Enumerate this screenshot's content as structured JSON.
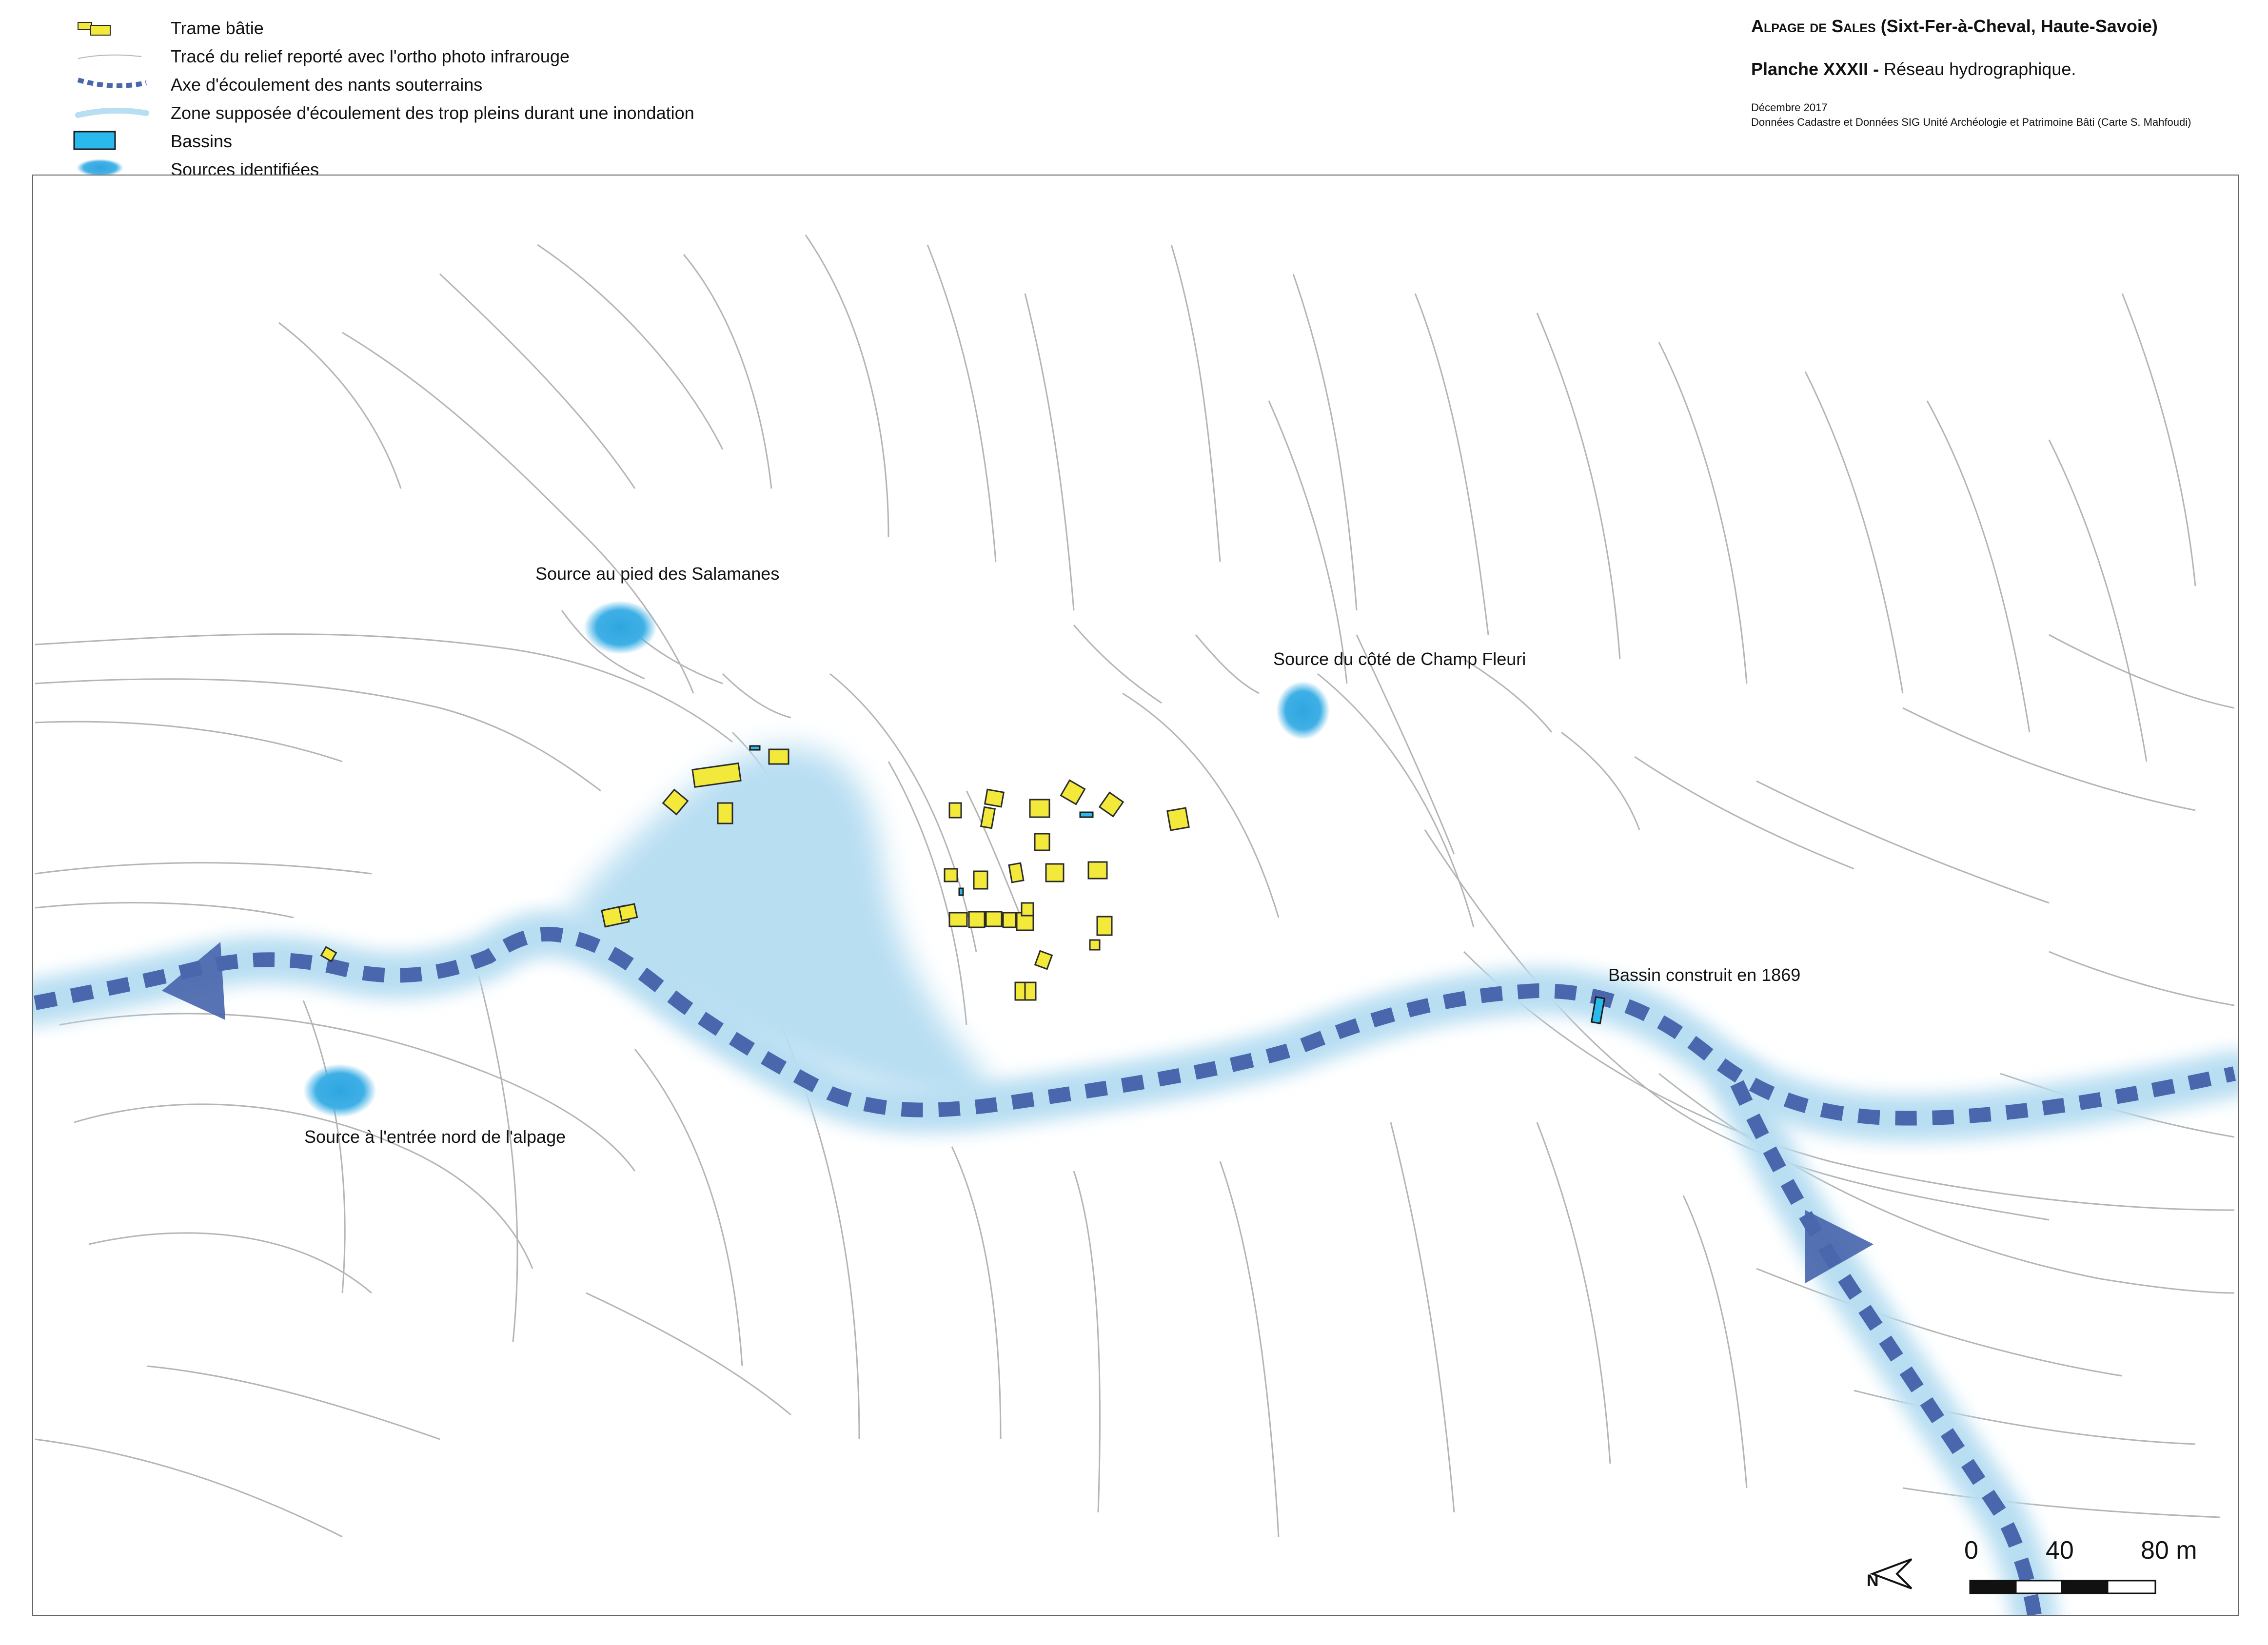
{
  "legend": {
    "items": [
      {
        "key": "trame",
        "label": "Trame bâtie",
        "icon": "building-icon"
      },
      {
        "key": "relief",
        "label": "Tracé du relief reporté avec l'ortho photo infrarouge",
        "icon": "contour-line-icon"
      },
      {
        "key": "axe",
        "label": "Axe d'écoulement des nants souterrains",
        "icon": "dashed-flow-icon"
      },
      {
        "key": "zone",
        "label": "Zone supposée d'écoulement des trop pleins durant une inondation",
        "icon": "flood-zone-icon"
      },
      {
        "key": "bassins",
        "label": "Bassins",
        "icon": "basin-icon"
      },
      {
        "key": "sources",
        "label": "Sources identifiées",
        "icon": "spring-icon"
      }
    ]
  },
  "title": {
    "site_small": "Alpage de Sales",
    "site_rest": " (Sixt-Fer-à-Cheval, Haute-Savoie)",
    "planche_bold": "Planche XXXII -",
    "planche_rest": " Réseau hydrographique.",
    "date": "Décembre 2017",
    "credits": "Données Cadastre et Données SIG Unité Archéologie et Patrimoine Bâti (Carte S. Mahfoudi)"
  },
  "map_labels": {
    "source_salamanes": "Source au pied des Salamanes",
    "source_champ_fleuri": "Source du côté de Champ Fleuri",
    "source_entree_nord": "Source à l'entrée nord de l'alpage",
    "bassin_1869": "Bassin construit en 1869"
  },
  "scale": {
    "tick_0": "0",
    "tick_40": "40",
    "tick_80": "80 m",
    "north": "N"
  },
  "colors": {
    "building_fill": "#f2e93a",
    "building_stroke": "#2b2b2b",
    "flow_axis": "#4a67ad",
    "flood_zone": "#b8def2",
    "basin": "#29b9ec",
    "spring": "#2fa6e0",
    "contour": "#b5b5b5"
  }
}
